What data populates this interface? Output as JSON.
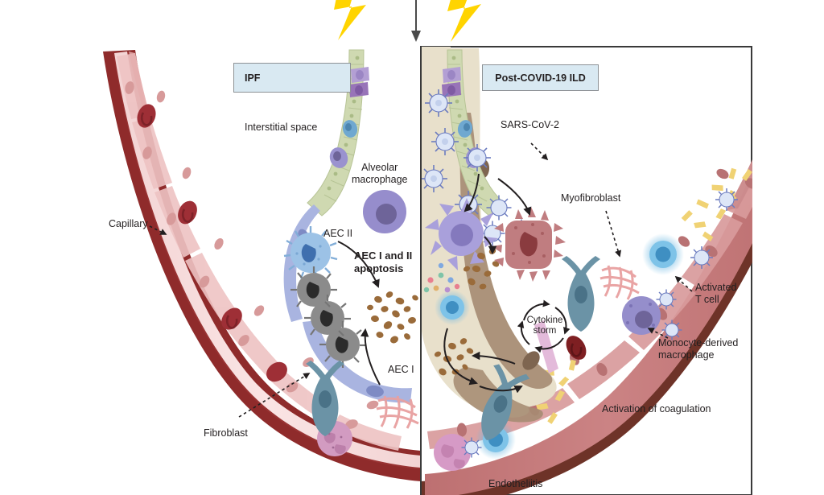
{
  "figure": {
    "type": "biomedical-schematic",
    "title": "IPF versus Post-COVID-19 ILD alveolar-capillary unit",
    "panels": [
      {
        "id": "ipf",
        "label": "IPF"
      },
      {
        "id": "post_covid",
        "label": "Post-COVID-19 ILD"
      }
    ]
  },
  "labels": {
    "interstitial_space": "Interstitial space",
    "alveolar_macrophage": "Alveolar\nmacrophage",
    "capillary": "Capillary",
    "aec2": "AEC II",
    "aec1": "AEC I",
    "apoptosis": "AEC I and II\napoptosis",
    "fibroblast": "Fibroblast",
    "sars_cov_2": "SARS-CoV-2",
    "myofibroblast": "Myofibroblast",
    "cytokine_storm_line1": "Cytokine",
    "cytokine_storm_line2": "storm",
    "activated_t_cell": "Activated\nT cell",
    "monocyte_macrophage": "Monocyte-derived\nmacrophage",
    "activation_coagulation": "Activation of coagulation",
    "endotheliitis": "Endotheliitis"
  },
  "icons": {
    "lightning_left": "lightning-bolt-icon",
    "lightning_right": "lightning-bolt-icon",
    "down_arrow": "down-arrow-icon",
    "divider": "panel-divider"
  },
  "colors": {
    "panel_box_fill": "#d9e9f2",
    "panel_box_border": "#8d9195",
    "lightning": "#ffd400",
    "capillary_wall_left": "#8f2b2b",
    "capillary_lumen_left": "#f7dede",
    "capillary_endothelium_left": "#e8b9b9",
    "capillary_wall_right": "#6e3328",
    "capillary_lumen_right": "#c4797a",
    "capillary_endothelium_right": "#d9999a",
    "alveolar_space_right": "#e8e0cb",
    "epithelium_green": "#c3cfa3",
    "aec1_blue": "#a9b4e0",
    "aec2_blue": "#9cc2e6",
    "senescent_gray": "#8b8b8b",
    "macrophage_purple": "#9a92cf",
    "virus_blue": "#c8d4f0",
    "apoptotic_brown": "#9a6b3a",
    "fibroblast_teal": "#6b93a6",
    "collagen_pink": "#e8a0a0",
    "tcell_blue": "#58a8d8",
    "coagulation_yellow": "#f0d274",
    "text": "#231f20"
  }
}
